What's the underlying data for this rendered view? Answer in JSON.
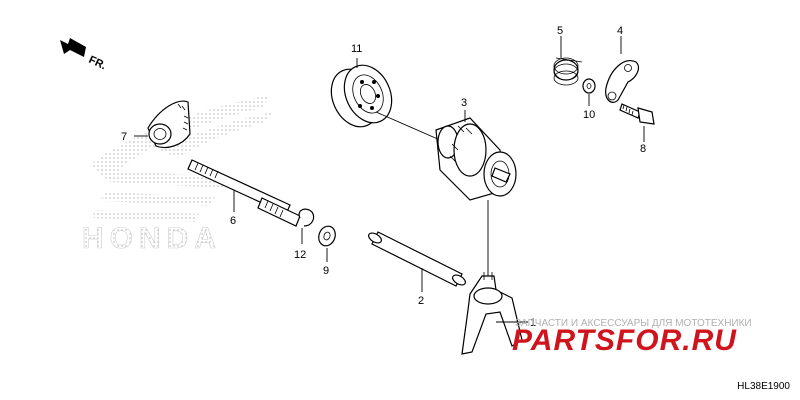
{
  "direction_label": "FR.",
  "brand_watermark": "HONDA",
  "store_caption": "ЗАПЧАСТИ И АКСЕССУАРЫ ДЛЯ МОТОТЕХНИКИ",
  "store_logo": "PARTSFOR.RU",
  "diagram_code": "HL38E1900",
  "callouts": {
    "p1": "1",
    "p2": "2",
    "p3": "3",
    "p4": "4",
    "p5": "5",
    "p6": "6",
    "p7": "7",
    "p8": "8",
    "p9": "9",
    "p10": "10",
    "p11": "11",
    "p12": "12"
  },
  "colors": {
    "logo_red": "#d0141e",
    "caption_grey": "#b0b0b0",
    "watermark_dots": "#c8c8c8"
  }
}
